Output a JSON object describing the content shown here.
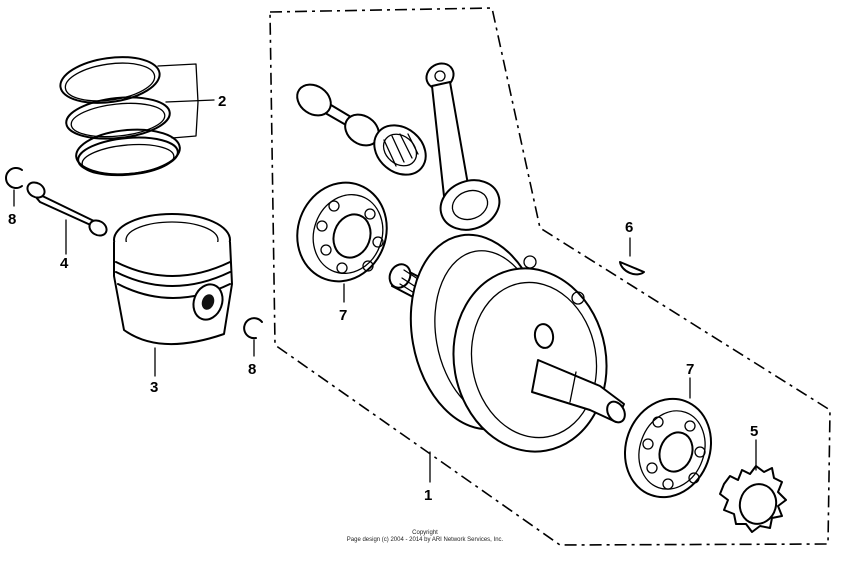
{
  "callouts": {
    "c1": "1",
    "c2": "2",
    "c3": "3",
    "c4": "4",
    "c5": "5",
    "c6": "6",
    "c7a": "7",
    "c7b": "7",
    "c8a": "8",
    "c8b": "8"
  },
  "copyright": {
    "line1": "Copyright",
    "line2": "Page design (c) 2004 - 2014 by ARI Network Services, Inc."
  },
  "colors": {
    "ink": "#000000",
    "background": "#ffffff"
  }
}
